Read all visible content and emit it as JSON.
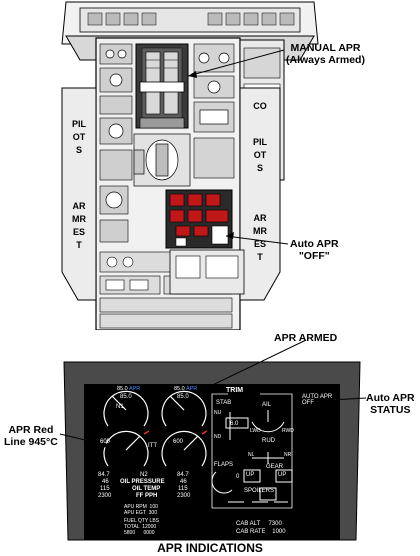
{
  "callouts": {
    "manual_apr": [
      "MANUAL APR",
      "(Always Armed)"
    ],
    "auto_apr_off": [
      "Auto APR",
      "\"OFF\""
    ],
    "apr_armed": "APR ARMED",
    "auto_apr_status": [
      "Auto APR",
      "STATUS"
    ],
    "apr_red_line": [
      "APR Red",
      "Line 945°C"
    ]
  },
  "armrests": {
    "pilots": [
      "PILOTS",
      "ARMREST"
    ],
    "co_pilots": [
      "CO",
      "PILOTS",
      "ARMREST"
    ]
  },
  "display": {
    "title": "TRIM",
    "n1_left": "85.0",
    "n1_right": "85.0",
    "apr_left": "APR",
    "apr_right": "APR",
    "n1_label": "N1",
    "itt_label": "ITT",
    "itt_left_scale": "600",
    "itt_right_scale": "600",
    "n2_left": "84.7",
    "n2_label": "N2",
    "n2_right": "84.7",
    "oil_pressure_left": "46",
    "oil_pressure_label": "OIL PRESSURE",
    "oil_pressure_right": "46",
    "oil_temp_left": "115",
    "oil_temp_label": "OIL TEMP",
    "oil_temp_right": "115",
    "ff_left": "2300",
    "ff_label": "FF PPH",
    "ff_right": "2300",
    "apu_rpm": "APU RPM  100",
    "apu_egt": "APU EGT  300",
    "fuel_qty": "FUEL QTY LBS",
    "fuel_total": "TOTAL  12000",
    "fuel_tanks": "5800      0000",
    "stab_label": "STAB",
    "stab_nu": "NU",
    "stab_nd": "ND",
    "stab_value": "6.0",
    "ail_label": "AIL",
    "ail_lwd": "LWD",
    "ail_rwd": "RWD",
    "rud_label": "RUD",
    "rud_nl": "NL",
    "rud_nr": "NR",
    "gear_label": "GEAR",
    "gear_up_left": "UP",
    "gear_up_right": "UP",
    "flaps_label": "FLAPS",
    "flaps_value": "0",
    "spoilers_label": "SPOILERS",
    "cab_alt": "CAB ALT     7300",
    "cab_rate": "CAB RATE    1000",
    "status_msg": "AUTO APR OFF"
  },
  "caption": "APR INDICATIONS",
  "colors": {
    "display_bg": "#000000",
    "bezel": "#4a4a4a",
    "apr_text": "#3a8cff",
    "panel_light": "#e8e8e8",
    "control_red": "#c01818"
  }
}
